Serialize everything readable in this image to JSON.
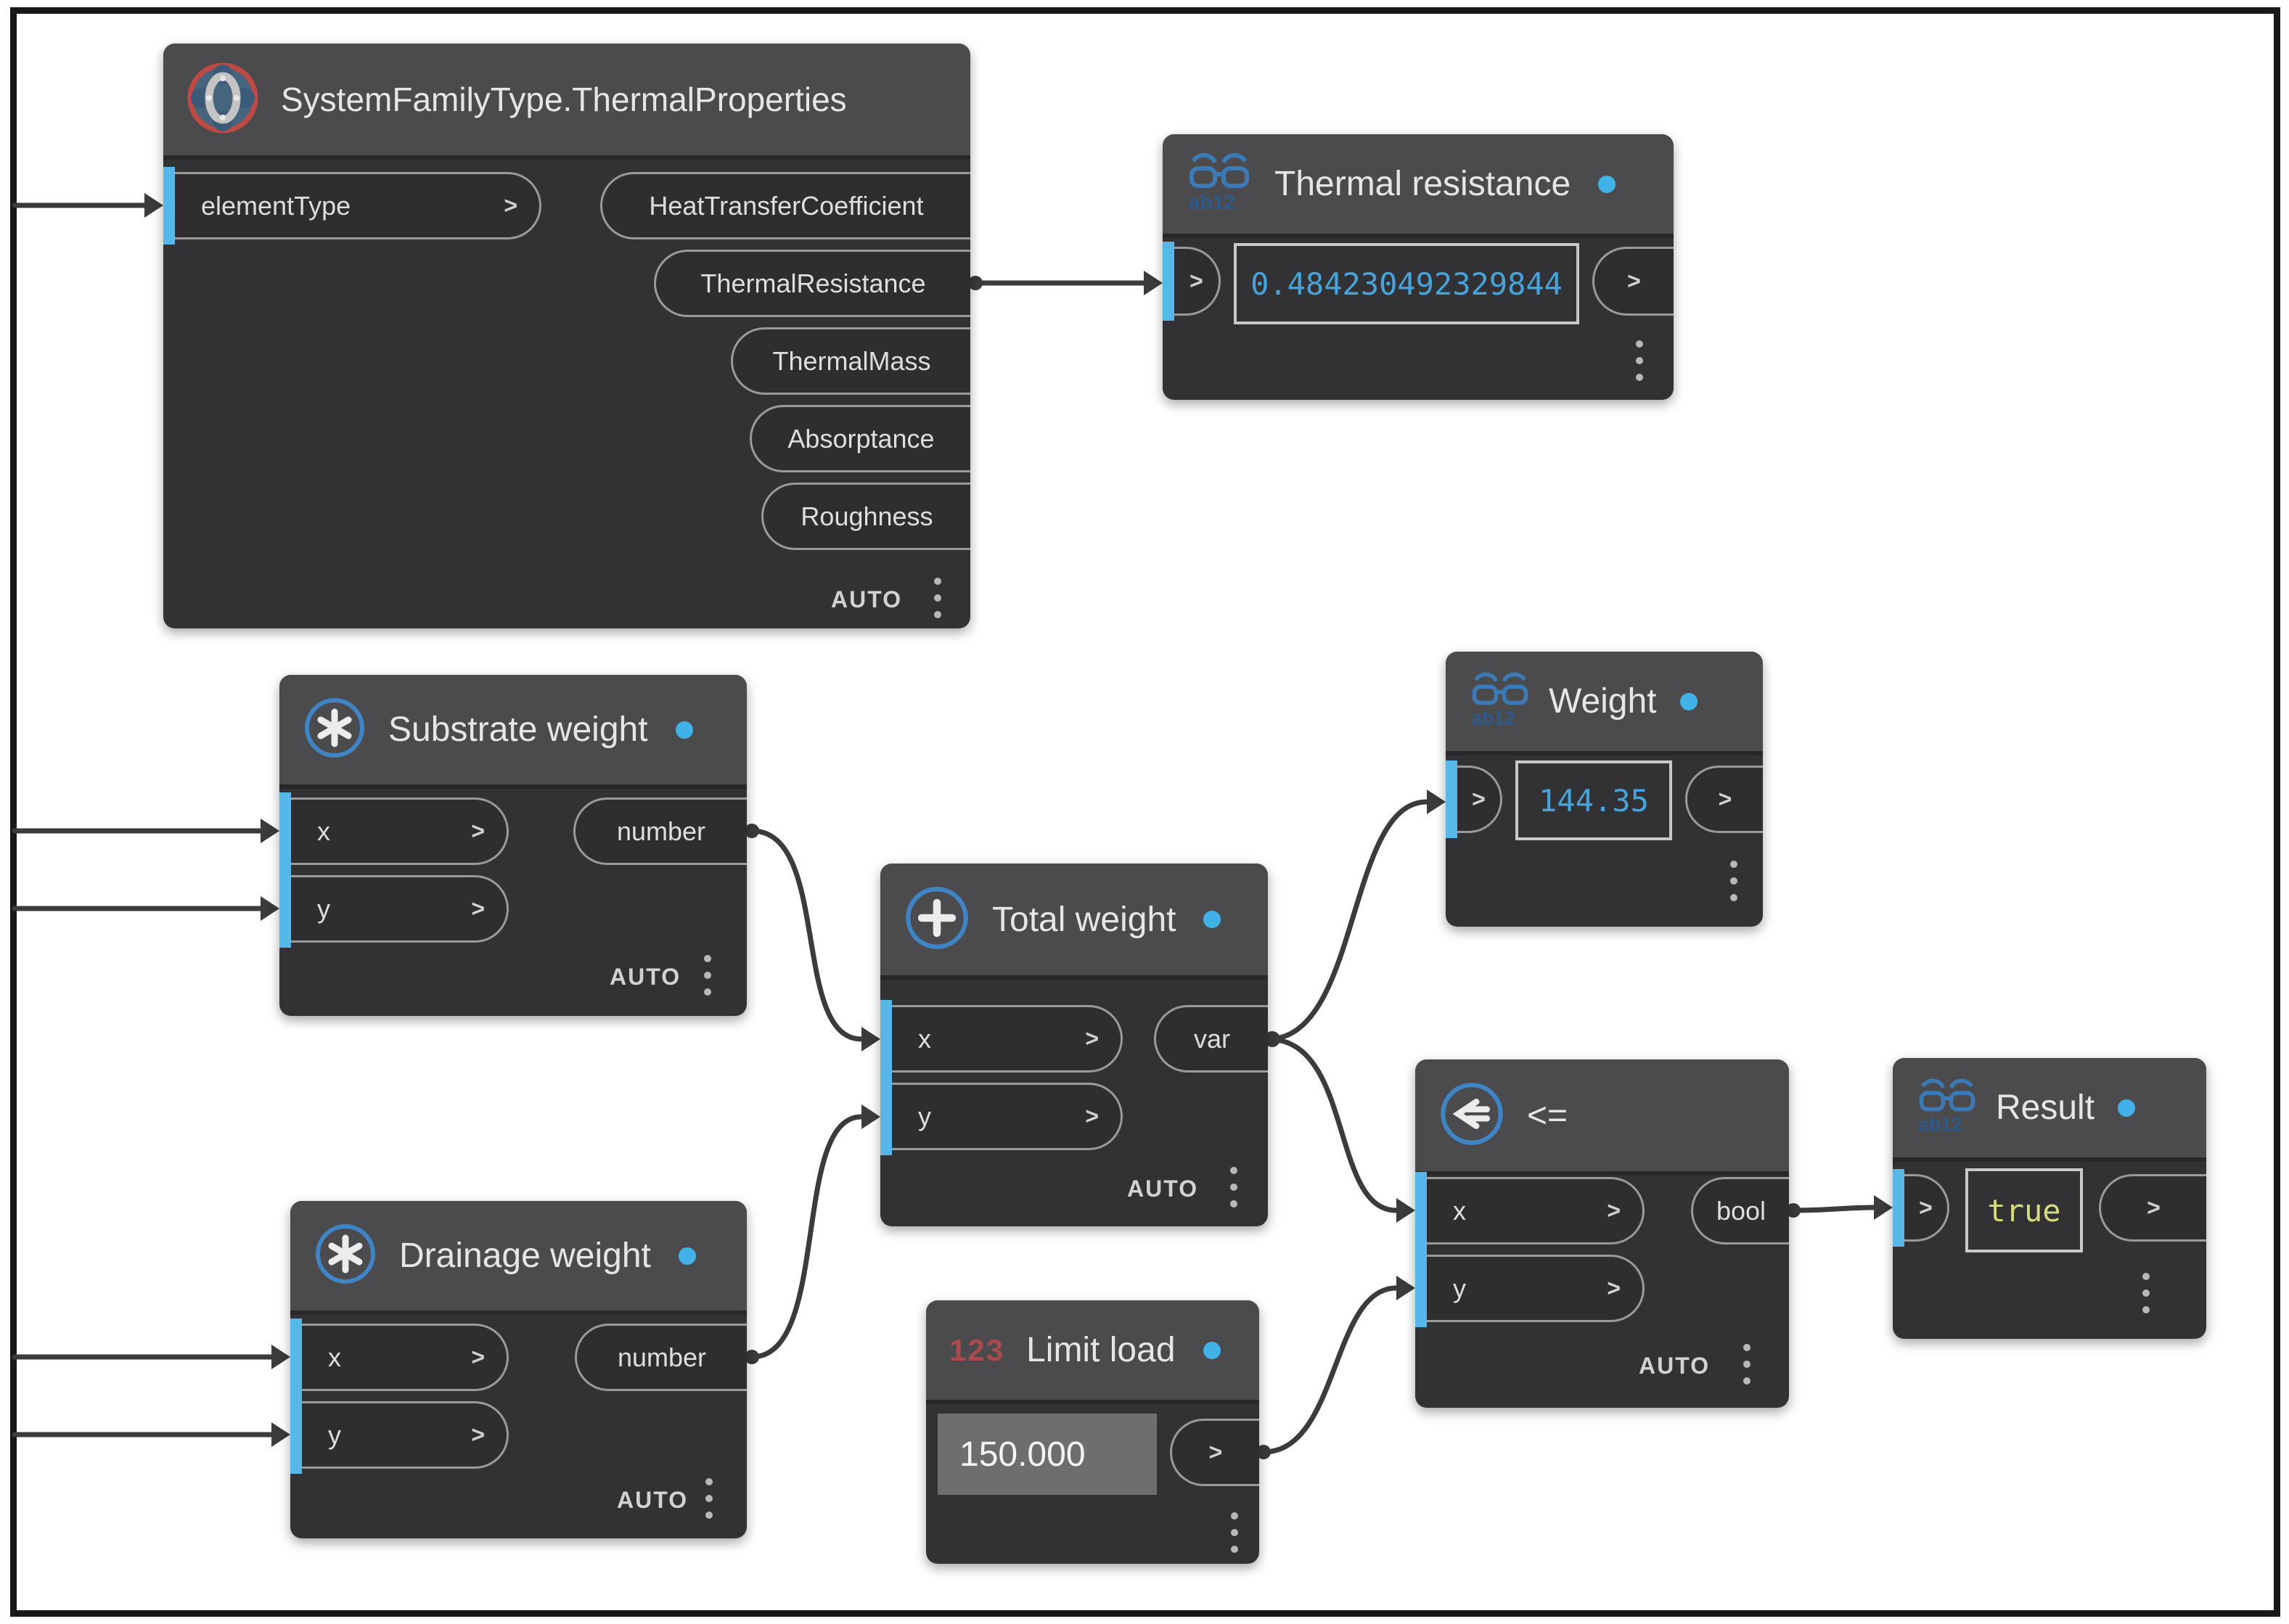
{
  "ui": {
    "chevron": ">",
    "lacing_label": "AUTO",
    "watch_icon_text": "ab12",
    "accent_blue": "#41b2e8",
    "wire_color": "#3b3b3b",
    "value_blue": "#47a4da",
    "value_true_color": "#d5dd7c"
  },
  "nodes": {
    "thermal_properties": {
      "title": "SystemFamilyType.ThermalProperties",
      "input": "elementType",
      "outputs": [
        "HeatTransferCoefficient",
        "ThermalResistance",
        "ThermalMass",
        "Absorptance",
        "Roughness"
      ]
    },
    "thermal_resistance": {
      "title": "Thermal resistance",
      "value": "0.484230492329844"
    },
    "substrate_weight": {
      "title": "Substrate weight",
      "inputs": [
        "x",
        "y"
      ],
      "output": "number"
    },
    "weight": {
      "title": "Weight",
      "value": "144.35"
    },
    "total_weight": {
      "title": "Total weight",
      "icon_glyph": "+",
      "inputs": [
        "x",
        "y"
      ],
      "output": "var"
    },
    "drainage_weight": {
      "title": "Drainage weight",
      "inputs": [
        "x",
        "y"
      ],
      "output": "number"
    },
    "limit_load": {
      "title": "Limit load",
      "icon_glyph": "123",
      "value": "150.000"
    },
    "less_equal": {
      "title": "<=",
      "icon_glyph": "<=",
      "inputs": [
        "x",
        "y"
      ],
      "output": "bool"
    },
    "result": {
      "title": "Result",
      "value": "true"
    }
  }
}
